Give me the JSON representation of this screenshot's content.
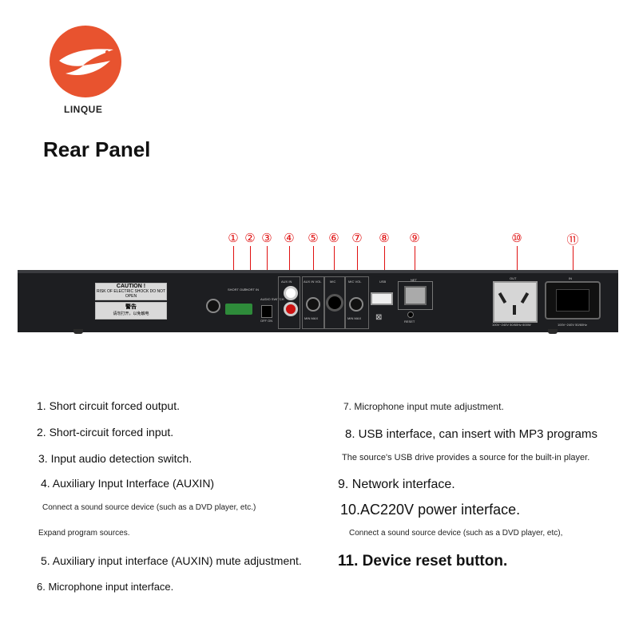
{
  "brand": {
    "name": "LINQUE"
  },
  "heading": "Rear Panel",
  "callouts": [
    "①",
    "②",
    "③",
    "④",
    "⑤",
    "⑥",
    "⑦",
    "⑧",
    "⑨",
    "⑩",
    "⑪"
  ],
  "panel": {
    "caution_title": "CAUTION !",
    "caution_text": "RISK OF ELECTRIC SHOCK DO NOT OPEN",
    "warning_title": "警告",
    "warning_text": "请勿打开，以免触电",
    "labels": {
      "short_out": "SHORT OUT",
      "short_in": "SHORT IN",
      "switch": "AUDIO SWITCH",
      "off_on": "OFF  ON",
      "aux_in": "AUX IN",
      "aux_vol": "AUX IN VOL",
      "mic": "MIC",
      "mic_vol": "MIC VOL",
      "min_max": "MIN MAX",
      "usb": "USB",
      "net": "NET",
      "reset": "RESET",
      "out": "OUT",
      "in": "IN",
      "out_rating": "100V~240V 50/60Hz 600W",
      "in_rating": "100V~240V 50/60Hz"
    }
  },
  "descriptions": {
    "d1": "1. Short circuit forced output.",
    "d2": "2. Short-circuit forced input.",
    "d3": "3. Input audio detection switch.",
    "d4": "4. Auxiliary Input Interface (AUXIN)",
    "d4_note": "Connect a sound source device (such as a DVD player, etc.)",
    "d4_note2": "Expand program sources.",
    "d5": "5. Auxiliary input interface (AUXIN) mute adjustment.",
    "d6": "6. Microphone input interface.",
    "d7": "7. Microphone input mute adjustment.",
    "d8": "8. USB interface, can insert with MP3 programs",
    "d8_note": "The source's USB drive provides a source for the built-in player.",
    "d9": "9. Network interface.",
    "d10": "10.AC220V power interface.",
    "d10_note": "Connect a sound source device (such as a DVD player, etc),",
    "d11": "11. Device reset button."
  }
}
